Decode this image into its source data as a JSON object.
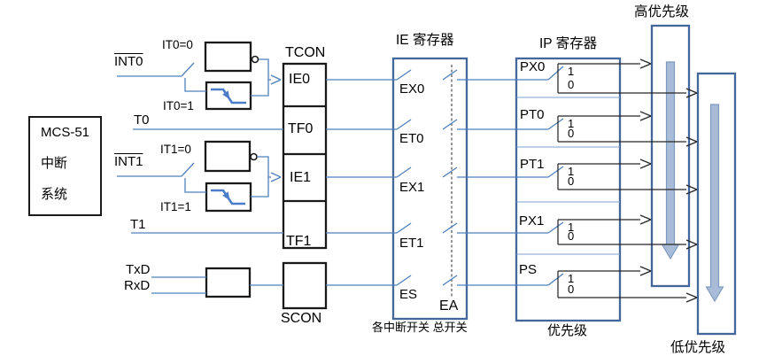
{
  "diagram": {
    "system_box": {
      "line1": "MCS-51",
      "line2": "中断",
      "line3": "系统"
    },
    "inputs": {
      "int0": "INT0",
      "t0": "T0",
      "int1": "INT1",
      "t1": "T1",
      "txd": "TxD",
      "rxd": "RxD"
    },
    "trigger_modes": {
      "it0_level": "IT0=0",
      "it0_edge": "IT0=1",
      "it1_level": "IT1=0",
      "it1_edge": "IT1=1"
    },
    "tcon": {
      "title": "TCON",
      "flags": [
        "IE0",
        "TF0",
        "IE1",
        "TF1"
      ]
    },
    "scon": {
      "title": "SCON"
    },
    "ie_register": {
      "title": "IE 寄存器",
      "enables": [
        "EX0",
        "ET0",
        "EX1",
        "ET1",
        "ES"
      ],
      "master": "EA",
      "note": "各中断开关 总开关"
    },
    "ip_register": {
      "title": "IP 寄存器",
      "bits": [
        "PX0",
        "PT0",
        "PT1",
        "PX1",
        "PS"
      ],
      "high": "1",
      "low": "0",
      "note": "优先级"
    },
    "priority": {
      "high": "高优先级",
      "low": "低优先级"
    },
    "colors": {
      "signal_blue": "#4f81bd",
      "register_border_blue": "#44679b",
      "box_black": "#1a1a1a",
      "block_arrow_fill": "#a9bcd7",
      "block_arrow_edge": "#7d9ac1",
      "text": "#000000"
    }
  }
}
